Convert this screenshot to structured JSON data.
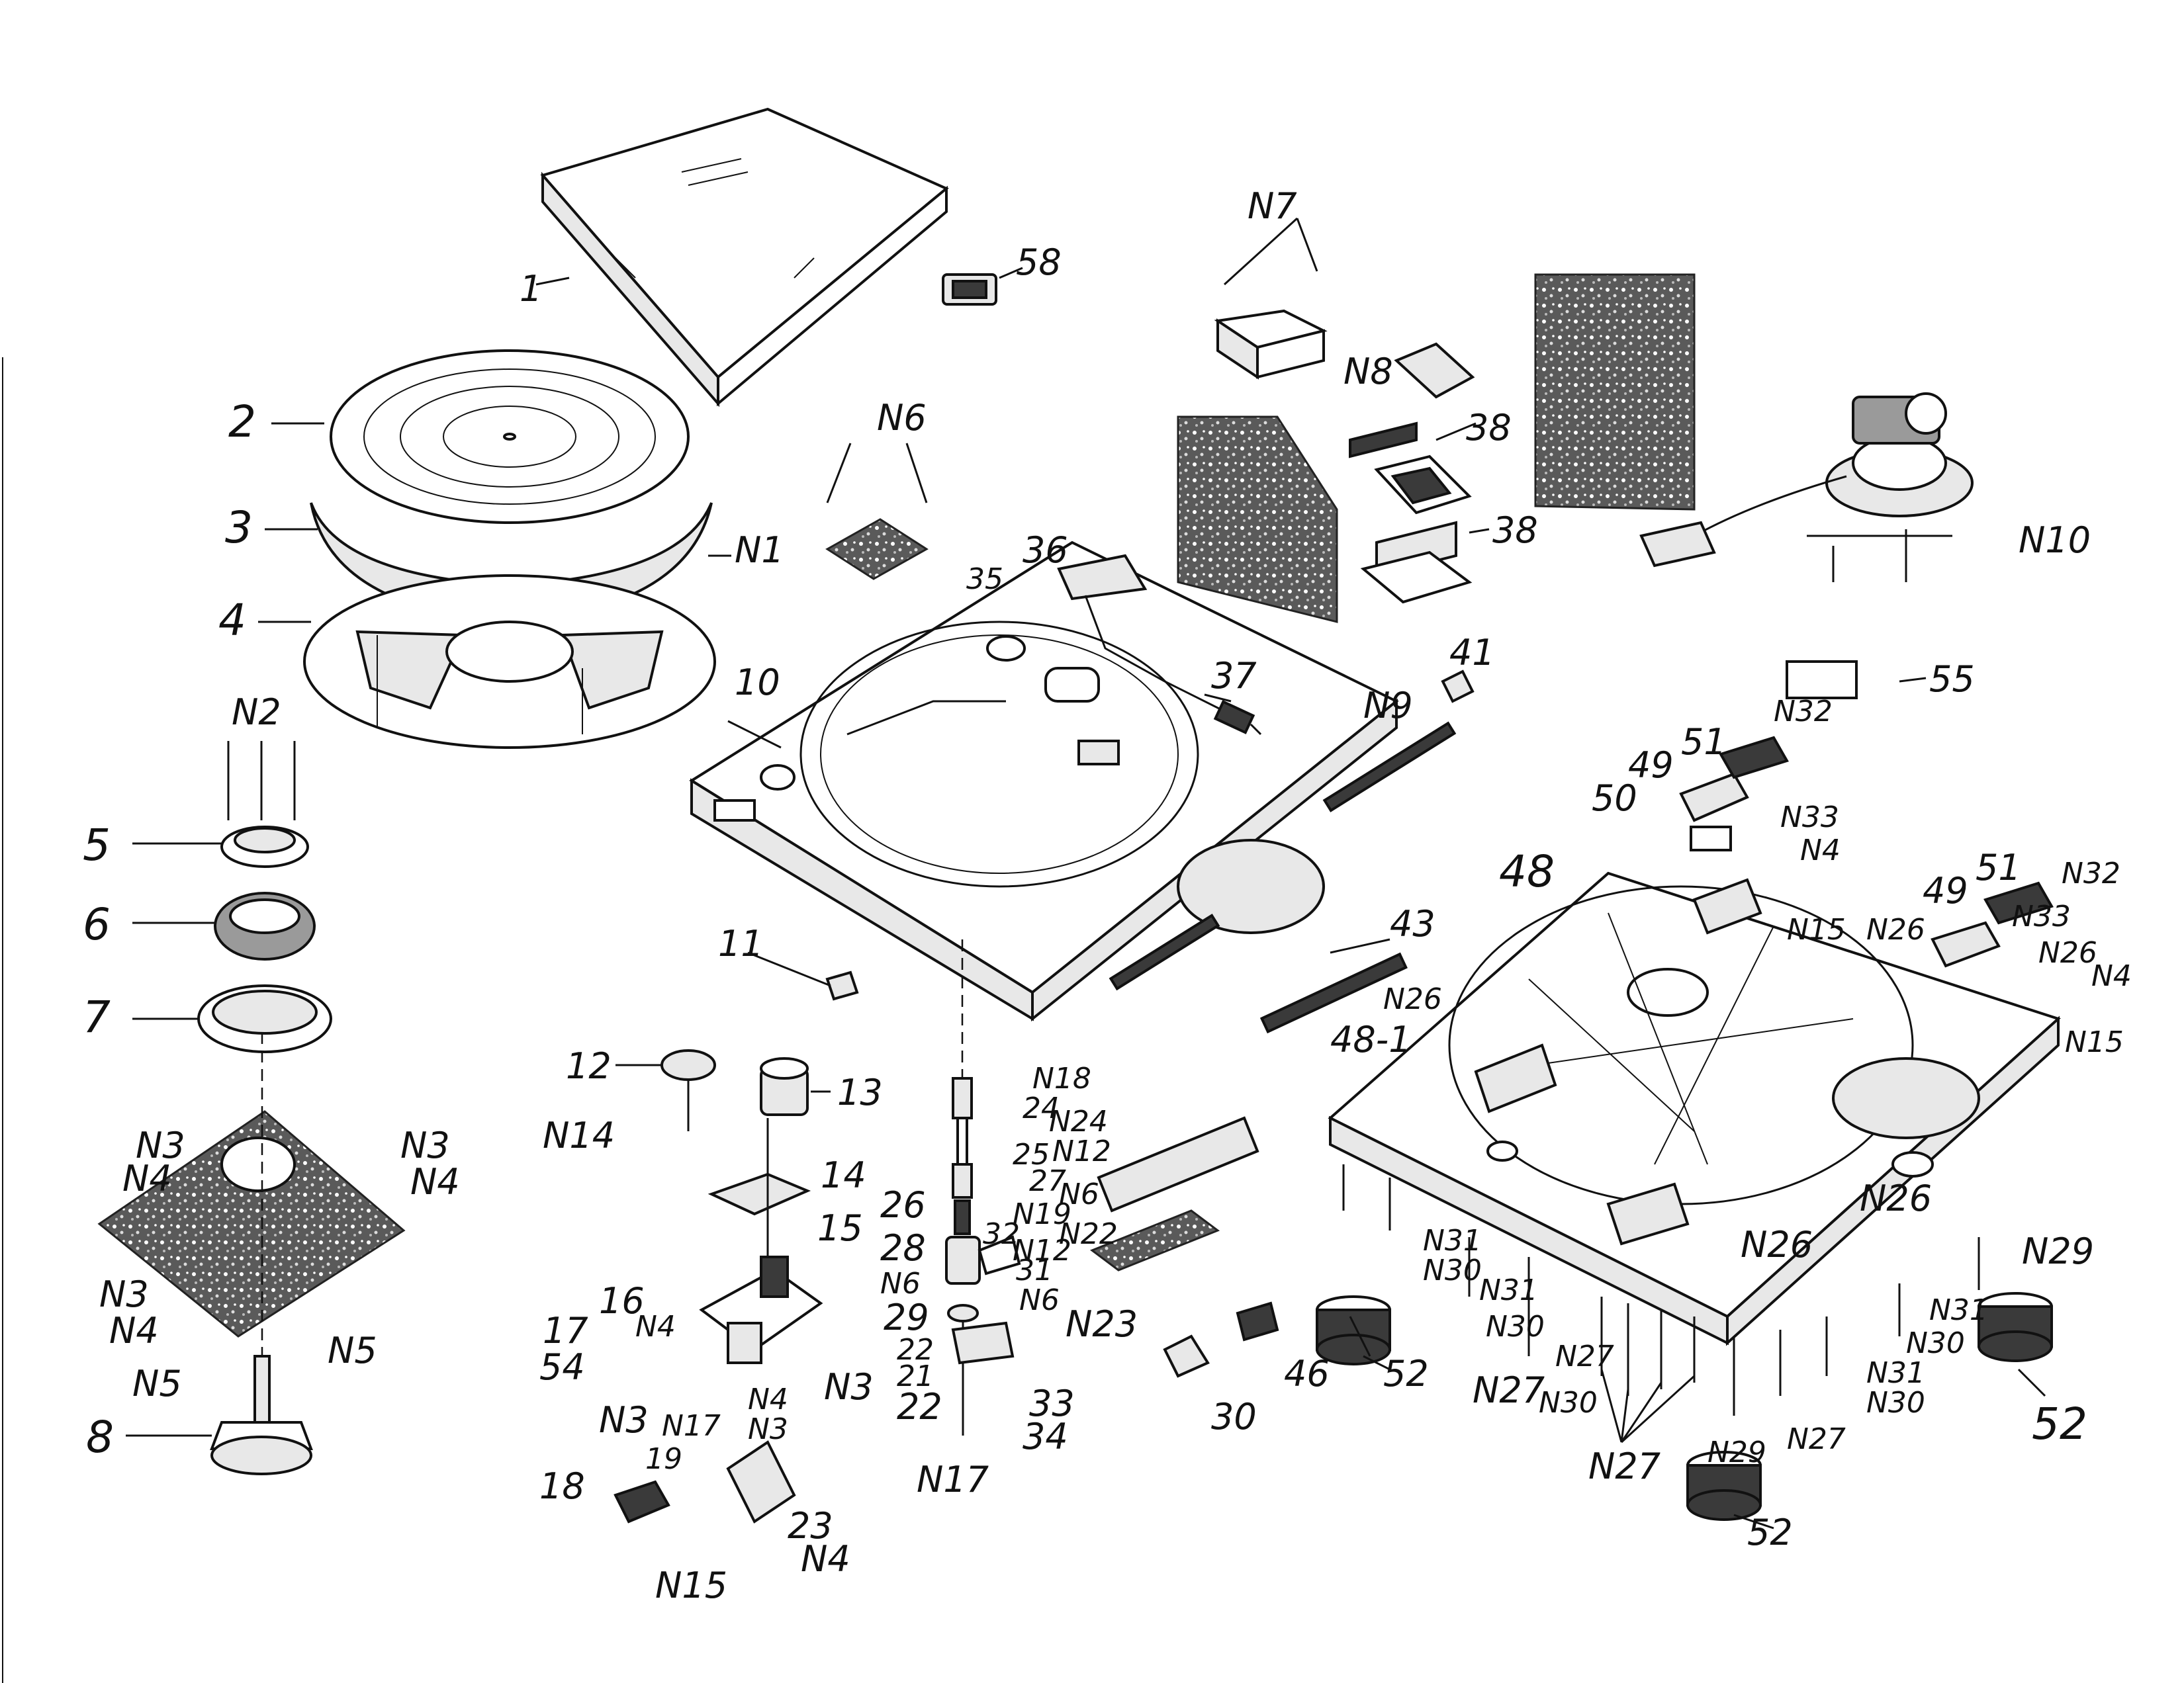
{
  "labels": {
    "p1": "1",
    "p58": "58",
    "p2": "2",
    "p3": "3",
    "p4": "4",
    "n1": "N1",
    "n2": "N2",
    "p5": "5",
    "p6": "6",
    "p7": "7",
    "n3a": "N3",
    "n4a": "N4",
    "n3b": "N3",
    "n4b": "N4",
    "n3c": "N3",
    "n4c": "N4",
    "n5a": "N5",
    "n5b": "N5",
    "p8": "8",
    "n6": "N6",
    "n7": "N7",
    "n8": "N8",
    "p38a": "38",
    "p38b": "38",
    "n10": "N10",
    "p36": "36",
    "p35": "35",
    "p10": "10",
    "p37": "37",
    "n9": "N9",
    "p41": "41",
    "p55": "55",
    "n32a": "N32",
    "p51a": "51",
    "p49a": "49",
    "p50": "50",
    "n33a": "N33",
    "n4d": "N4",
    "p48": "48",
    "n15a": "N15",
    "n26a": "N26",
    "p51b": "51",
    "p49b": "49",
    "n32b": "N32",
    "n33b": "N33",
    "n26b": "N26",
    "n4e": "N4",
    "n15b": "N15",
    "p11": "11",
    "p43": "43",
    "n26c": "N26",
    "p48_1": "48-1",
    "p12": "12",
    "p13": "13",
    "n14": "N14",
    "n18": "N18",
    "p24": "24",
    "n24": "N24",
    "n12a": "N12",
    "p25": "25",
    "p14": "14",
    "p26": "26",
    "p27": "27",
    "n6b": "N6",
    "n19": "N19",
    "p32": "32",
    "n22": "N22",
    "p15": "15",
    "p28": "28",
    "n12b": "N12",
    "n6c": "N6",
    "p31": "31",
    "n6d": "N6",
    "n23": "N23",
    "p16": "16",
    "n4f": "N4",
    "p29": "29",
    "p22a": "22",
    "p21": "21",
    "p22b": "22",
    "p33": "33",
    "p34": "34",
    "p17": "17",
    "p54": "54",
    "n3d": "N3",
    "n17a": "N17",
    "n4g": "N4",
    "n3e": "N3",
    "n3f": "N3",
    "n17b": "N17",
    "p18": "18",
    "p19": "19",
    "p23": "23",
    "n15c": "N15",
    "n4h": "N4",
    "p30": "30",
    "p46": "46",
    "p52a": "52",
    "n31a": "N31",
    "n30a": "N30",
    "n31b": "N31",
    "n30b": "N30",
    "n27a": "N27",
    "n27b": "N27",
    "n30c": "N30",
    "n27c": "N27",
    "n29a": "N29",
    "n27d": "N27",
    "p52b": "52",
    "n26d": "N26",
    "n26e": "N26",
    "n29b": "N29",
    "n31c": "N31",
    "n30d": "N30",
    "n31d": "N31",
    "n30e": "N30",
    "p52c": "52"
  }
}
